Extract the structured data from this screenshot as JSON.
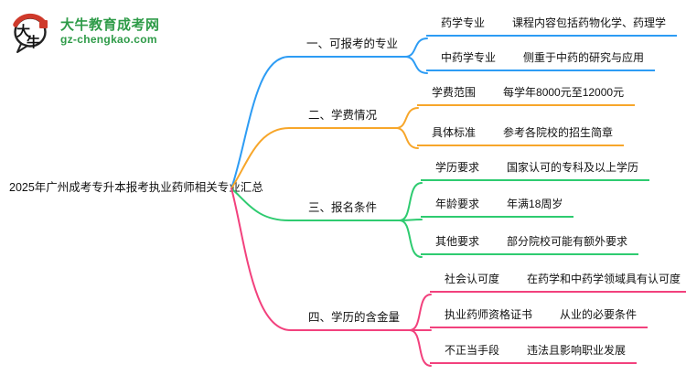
{
  "logo": {
    "site_name": "大牛教育成考网",
    "site_url": "gz-chengkao.com",
    "icon_text_top": "大",
    "icon_text_bottom": "牛",
    "brand_green": "#2e9b48",
    "icon_red": "#cf3a2b",
    "icon_outline": "#222222"
  },
  "central": {
    "title": "2025年广州成考专升本报考执业药师相关专业汇总"
  },
  "branches": [
    {
      "label": "一、可报考的专业",
      "color": "#2d9cf4",
      "children": [
        {
          "label": "药学专业",
          "desc": "课程内容包括药物化学、药理学"
        },
        {
          "label": "中药学专业",
          "desc": "侧重于中药的研究与应用"
        }
      ]
    },
    {
      "label": "二、学费情况",
      "color": "#f7a62a",
      "children": [
        {
          "label": "学费范围",
          "desc": "每学年8000元至12000元"
        },
        {
          "label": "具体标准",
          "desc": "参考各院校的招生简章"
        }
      ]
    },
    {
      "label": "三、报名条件",
      "color": "#2ecb70",
      "children": [
        {
          "label": "学历要求",
          "desc": "国家认可的专科及以上学历"
        },
        {
          "label": "年龄要求",
          "desc": "年满18周岁"
        },
        {
          "label": "其他要求",
          "desc": "部分院校可能有额外要求"
        }
      ]
    },
    {
      "label": "四、学历的含金量",
      "color": "#f2417d",
      "children": [
        {
          "label": "社会认可度",
          "desc": "在药学和中药学领域具有认可度"
        },
        {
          "label": "执业药师资格证书",
          "desc": "从业的必要条件"
        },
        {
          "label": "不正当手段",
          "desc": "违法且影响职业发展"
        }
      ]
    }
  ]
}
